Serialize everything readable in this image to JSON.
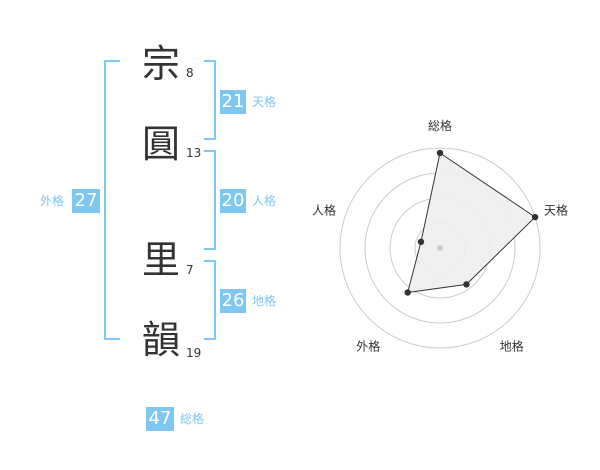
{
  "characters": [
    {
      "char": "宗",
      "strokes": "8"
    },
    {
      "char": "圓",
      "strokes": "13"
    },
    {
      "char": "里",
      "strokes": "7"
    },
    {
      "char": "韻",
      "strokes": "19"
    }
  ],
  "kaku": {
    "tenkaku": {
      "value": "21",
      "label": "天格"
    },
    "jinkaku": {
      "value": "20",
      "label": "人格"
    },
    "chikaku": {
      "value": "26",
      "label": "地格"
    },
    "gaikaku": {
      "value": "27",
      "label": "外格"
    },
    "soukaku": {
      "value": "47",
      "label": "総格"
    }
  },
  "colors": {
    "accent": "#7ec7f0",
    "text": "#333333",
    "polygon_fill": "#eeeeee"
  },
  "chart_data": {
    "type": "radar",
    "axes": [
      "総格",
      "天格",
      "地格",
      "外格",
      "人格"
    ],
    "values": [
      0.95,
      1.0,
      0.45,
      0.55,
      0.2
    ],
    "range": [
      0,
      1
    ],
    "rings": 4
  }
}
